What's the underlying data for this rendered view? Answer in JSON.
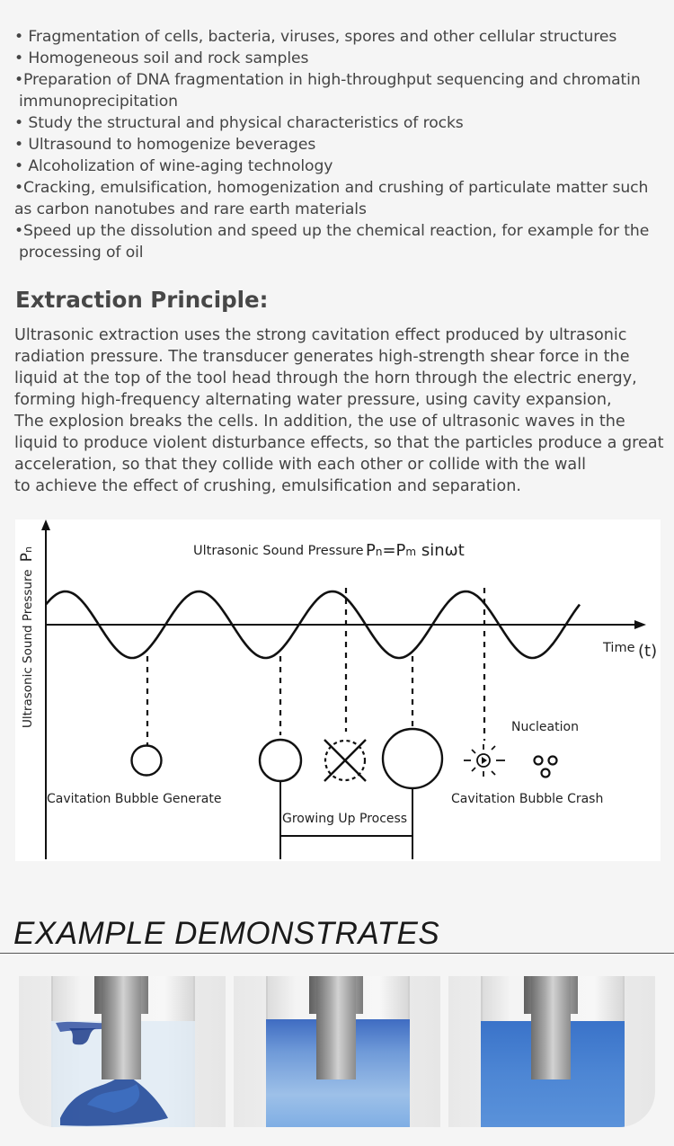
{
  "bullets": [
    {
      "text": "• Fragmentation of cells, bacteria, viruses, spores and other cellular structures"
    },
    {
      "text": "• Homogeneous soil and rock samples"
    },
    {
      "text": "•Preparation of DNA fragmentation in high-throughput sequencing and chromatin",
      "cont": "immunoprecipitation"
    },
    {
      "text": "• Study the structural and physical characteristics of rocks"
    },
    {
      "text": "• Ultrasound to homogenize beverages"
    },
    {
      "text": "• Alcoholization of wine-aging technology"
    },
    {
      "text": "•Cracking, emulsification, homogenization and crushing of particulate matter such",
      "cont": "as carbon nanotubes and rare earth materials"
    },
    {
      "text": "•Speed up the dissolution and speed up the chemical reaction, for example for the",
      "cont": "processing of oil"
    }
  ],
  "section_title": "Extraction Principle:",
  "paragraph_lines": [
    "Ultrasonic extraction uses the strong cavitation effect produced by ultrasonic",
    "radiation pressure. The transducer generates high-strength shear force in the",
    "liquid at the top of the tool head through the horn through the electric energy,",
    "forming high-frequency alternating water pressure, using cavity expansion,",
    "The explosion breaks the cells. In addition, the use of ultrasonic waves in the",
    "liquid to produce violent disturbance effects, so that the particles produce a great",
    "acceleration, so that they collide with each other or collide with the wall",
    "to achieve the effect of crushing, emulsification and separation."
  ],
  "diagram": {
    "y_axis_label": "Ultrasonic Sound Pressure",
    "y_axis_symbol": "P",
    "y_axis_sub": "n",
    "title_text": "Ultrasonic Sound Pressure",
    "formula": {
      "p1": "P",
      "s1": "n",
      "eq": "=P",
      "s2": "m",
      "rest": " sinωt"
    },
    "x_axis_label": "Time",
    "x_axis_unit": "(t)",
    "label_generate": "Cavitation Bubble Generate",
    "label_growing": "Growing Up Process",
    "label_nucleation": "Nucleation",
    "label_crash": "Cavitation Bubble Crash"
  },
  "example_title": "EXAMPLE DEMONSTRATES",
  "colors": {
    "background": "#f5f5f5",
    "text": "#444444",
    "diagram_bg": "#ffffff",
    "dye_dark": "#2a4a9e",
    "dye_light": "#7aa6dc",
    "dye_full": "#4d86d4"
  }
}
